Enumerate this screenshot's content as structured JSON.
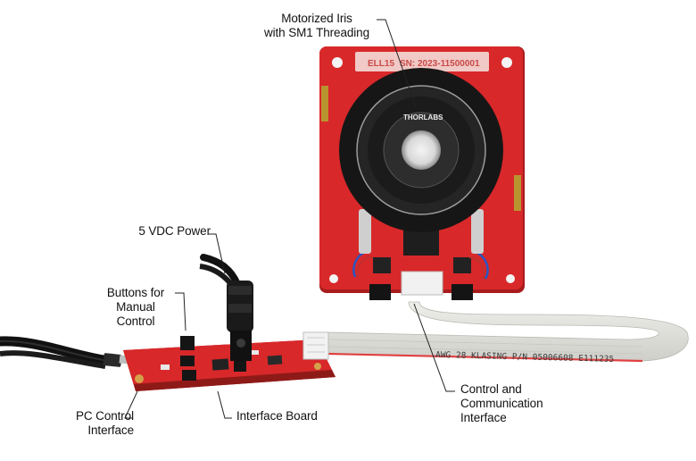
{
  "labels": {
    "iris": [
      "Motorized Iris",
      "with SM1 Threading"
    ],
    "power": "5 VDC Power",
    "buttons": [
      "Buttons for",
      "Manual",
      "Control"
    ],
    "pc": [
      "PC Control",
      "Interface"
    ],
    "interface_board": "Interface Board",
    "control": [
      "Control and",
      "Communication",
      "Interface"
    ]
  },
  "product": {
    "model": "ELL15",
    "serial": "SN: 2023-11500001",
    "brand": "THORLABS",
    "cable_print": "AWG 28 KLASING P/N 05006608 E111235"
  },
  "colors": {
    "pcb_red": "#d8282a",
    "pcb_dark": "#a81c1e",
    "cable_gray": "#dcdcd6",
    "cable_red": "#e04040",
    "black": "#141414"
  }
}
